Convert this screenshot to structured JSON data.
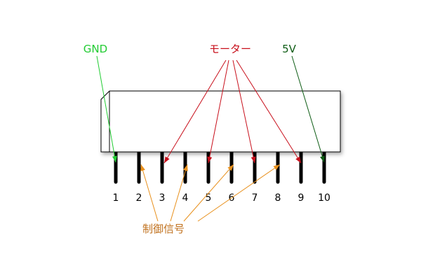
{
  "labels": {
    "gnd": "GND",
    "motor": "モーター",
    "v5": "5V",
    "control": "制御信号"
  },
  "pins": [
    "1",
    "2",
    "3",
    "4",
    "5",
    "6",
    "7",
    "8",
    "9",
    "10"
  ],
  "colors": {
    "gnd": "#22cc33",
    "motor": "#c8101c",
    "v5": "#0d5c14",
    "control": "#e8901c",
    "control_text": "#c0701c"
  },
  "connections": {
    "gnd": [
      1
    ],
    "motor": [
      3,
      5,
      7,
      9
    ],
    "v5": [
      10
    ],
    "control": [
      2,
      4,
      6,
      8
    ]
  }
}
